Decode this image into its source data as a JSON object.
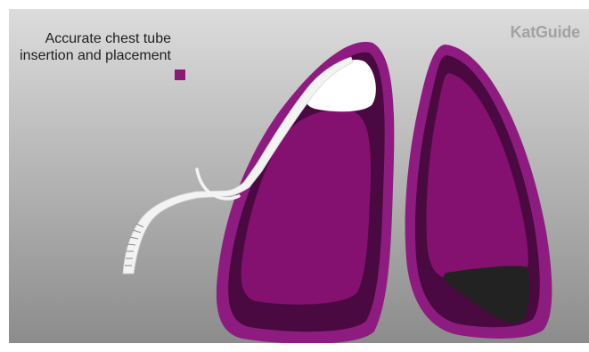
{
  "caption": {
    "line1": "Accurate chest tube",
    "line2": "insertion and placement"
  },
  "brand": "KatGuide",
  "colors": {
    "background_top": "#dcdcdc",
    "background_bottom": "#8c8c8c",
    "lung_outer": "#8e1c80",
    "lung_rim": "#4a0940",
    "lung_tissue": "#84116f",
    "air_pocket": "#ffffff",
    "fluid_collection": "#222222",
    "tube": "#f3f3f3",
    "marker": "#8a1a75"
  },
  "icons": [
    "chest-tube-icon",
    "legend-square-icon"
  ]
}
